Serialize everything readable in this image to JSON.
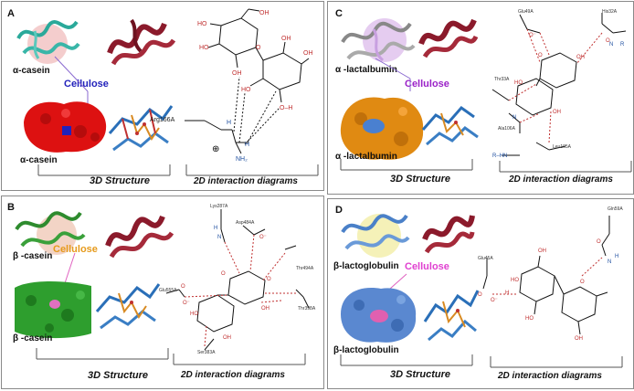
{
  "panels": {
    "A": {
      "letter": "A",
      "protein_label_top": "α-casein",
      "protein_label_bottom": "α-casein",
      "ligand": "Cellulose",
      "caption_3d": "3D Structure",
      "caption_2d": "2D interaction diagrams",
      "residues": [
        "Arg166A"
      ]
    },
    "B": {
      "letter": "B",
      "protein_label_top": "β -casein",
      "protein_label_bottom": "β -casein",
      "ligand": "Cellulose",
      "caption_3d": "3D Structure",
      "caption_2d": "2D interaction diagrams",
      "residues": [
        "Lys287A",
        "Asp484A",
        "Glu555A",
        "Thr494A",
        "Thr398A",
        "Ser383A"
      ]
    },
    "C": {
      "letter": "C",
      "protein_label_top": "α -lactalbumin",
      "protein_label_bottom": "α -lactalbumin",
      "ligand": "Cellulose",
      "caption_3d": "3D Structure",
      "caption_2d": "2D interaction diagrams",
      "residues": [
        "Glu49A",
        "His32A",
        "Thr33A",
        "Ala106A",
        "Leu105A"
      ]
    },
    "D": {
      "letter": "D",
      "protein_label_top": "β-lactoglobulin",
      "protein_label_bottom": "β-lactoglobulin",
      "ligand": "Cellulose",
      "caption_3d": "3D Structure",
      "caption_2d": "2D interaction diagrams",
      "residues": [
        "Glu45A",
        "Gln59A"
      ]
    }
  },
  "colors": {
    "cellulose_A": "#2222bb",
    "cellulose_B": "#e69a1c",
    "cellulose_C": "#9b22c8",
    "cellulose_D": "#e040d0",
    "cartoon_red": "#8b1a2b",
    "surface_red": "#dd1111",
    "surface_green": "#2e9e2e",
    "surface_orange": "#e08a12",
    "surface_blue": "#5a88d0"
  }
}
